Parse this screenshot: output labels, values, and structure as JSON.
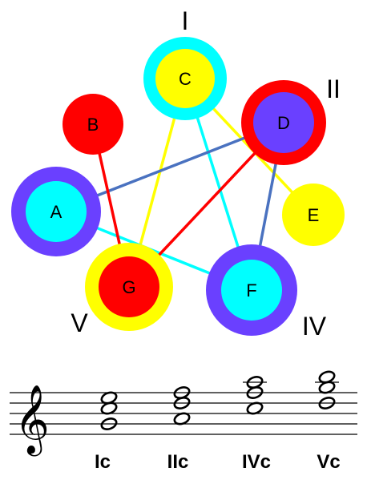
{
  "colors": {
    "cyan": "#00ffff",
    "yellow": "#ffff00",
    "red": "#ff0000",
    "purple": "#6a40ff",
    "blue": "#4a72c0",
    "black": "#000000"
  },
  "numerals": [
    {
      "key": "I",
      "label": "I"
    },
    {
      "key": "II",
      "label": "II"
    },
    {
      "key": "IV",
      "label": "IV"
    },
    {
      "key": "V",
      "label": "V"
    }
  ],
  "notes": [
    {
      "key": "C",
      "label": "C",
      "inner_color": "#ffff00",
      "ring_color": "#00ffff"
    },
    {
      "key": "B",
      "label": "B",
      "inner_color": "#ff0000",
      "ring_color": ""
    },
    {
      "key": "D",
      "label": "D",
      "inner_color": "#6a40ff",
      "ring_color": "#ff0000"
    },
    {
      "key": "A",
      "label": "A",
      "inner_color": "#00ffff",
      "ring_color": "#6a40ff"
    },
    {
      "key": "E",
      "label": "E",
      "inner_color": "#ffff00",
      "ring_color": ""
    },
    {
      "key": "G",
      "label": "G",
      "inner_color": "#ff0000",
      "ring_color": "#ffff00"
    },
    {
      "key": "F",
      "label": "F",
      "inner_color": "#00ffff",
      "ring_color": "#6a40ff"
    }
  ],
  "connections": [
    {
      "from": "C",
      "to": "G",
      "color": "#ffff00"
    },
    {
      "from": "C",
      "to": "E",
      "color": "#ffff00"
    },
    {
      "from": "C",
      "to": "F",
      "color": "#00ffff"
    },
    {
      "from": "A",
      "to": "F",
      "color": "#00ffff"
    },
    {
      "from": "D",
      "to": "A",
      "color": "#4a72c0"
    },
    {
      "from": "D",
      "to": "F",
      "color": "#4a72c0"
    },
    {
      "from": "D",
      "to": "G",
      "color": "#ff0000"
    },
    {
      "from": "B",
      "to": "G",
      "color": "#ff0000"
    }
  ],
  "staff": {
    "clef": "𝄞",
    "chords": [
      {
        "label": "Ic",
        "notes": [
          "G4",
          "C5",
          "E5"
        ]
      },
      {
        "label": "IIc",
        "notes": [
          "A4",
          "D5",
          "F5"
        ]
      },
      {
        "label": "IVc",
        "notes": [
          "C5",
          "F5",
          "A5"
        ]
      },
      {
        "label": "Vc",
        "notes": [
          "D5",
          "G5",
          "B5"
        ]
      }
    ]
  }
}
